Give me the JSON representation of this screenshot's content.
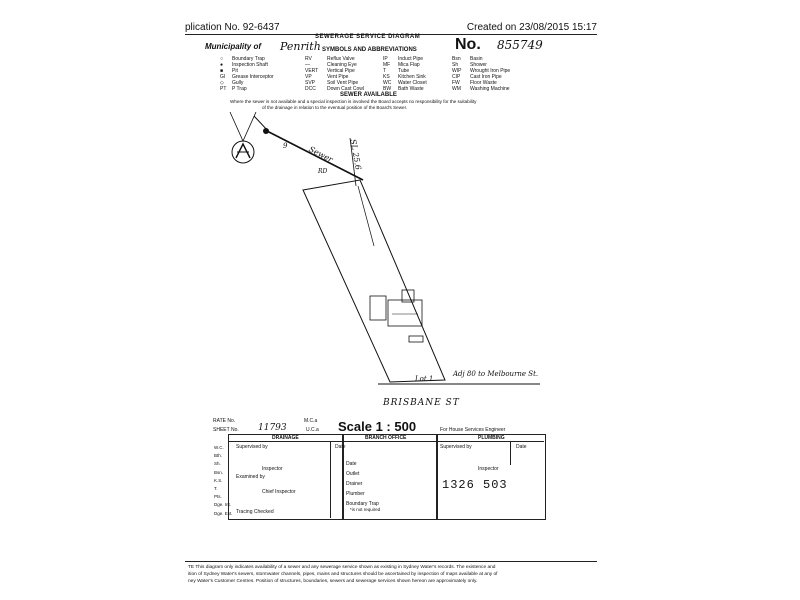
{
  "header": {
    "application": "plication No. 92-6437",
    "created": "Created on 23/08/2015 15:17"
  },
  "title": {
    "diagram_title": "SEWERAGE SERVICE DIAGRAM",
    "municipality_label": "Municipality of",
    "municipality_value": "Penrith",
    "no_label": "No.",
    "no_value": "855749",
    "symbols_title": "SYMBOLS AND ABBREVIATIONS"
  },
  "legend": {
    "col1": [
      "Boundary Trap",
      "Inspection Shaft",
      "Pit",
      "Grease Interceptor",
      "Gully",
      "P Trap"
    ],
    "col1_codes": [
      "",
      "",
      "",
      "GI",
      "",
      "PT"
    ],
    "col2_codes": [
      "RV",
      "",
      "VERT",
      "VP",
      "SVP",
      "DCC"
    ],
    "col2": [
      "Reflux Valve",
      "Cleaning Eye",
      "Vertical Pipe",
      "Vent Pipe",
      "Soil Vent Pipe",
      "Down Cast Cowl"
    ],
    "col3_codes": [
      "IP",
      "MF",
      "T",
      "KS",
      "WC",
      "BW"
    ],
    "col3": [
      "Induct Pipe",
      "Mica Flap",
      "Tube",
      "Kitchen Sink",
      "Water Closet",
      "Bath Waste"
    ],
    "col4_codes": [
      "Bsn",
      "Sh",
      "WIP",
      "CIP",
      "FW",
      "WM"
    ],
    "col4": [
      "Basin",
      "Shower",
      "Wrought Iron Pipe",
      "Cast Iron Pipe",
      "Floor Waste",
      "Washing Machine"
    ]
  },
  "sewer": {
    "title": "SEWER AVAILABLE",
    "note_line1": "Where the sewer is not available and a special inspection is involved the Board accepts no responsibility for the suitability",
    "note_line2": "of the drainage in relation to the eventual position of the Board's Sewer."
  },
  "plan": {
    "sewer_label": "Sewer",
    "level_label": "SL 25.6",
    "depth_label": "9",
    "rd_label": "RD",
    "lot_label": "Lot 1",
    "adj_label": "Adj 80 to Melbourne St.",
    "street_label": "BRISBANE    ST"
  },
  "form": {
    "rate_no": "RATE No.",
    "mca": "M.C.a",
    "sheet_no": "SHEET No.",
    "sheet_value": "11793",
    "uca": "U.C.a",
    "scale": "Scale 1 : 500",
    "for_house": "For House Services Engineer",
    "drainage": "DRAINAGE",
    "branch_office": "BRANCH OFFICE",
    "plumbing": "PLUMBING",
    "supervised_by": "Supervised by",
    "date": "Date",
    "inspector": "Inspector",
    "examined_by": "Examined by",
    "chief_inspector": "Chief Inspector",
    "tracing_checked": "Tracing Checked",
    "date_field": "Date",
    "outlet": "Outlet",
    "drainer": "Drainer",
    "plumber": "Plumber",
    "boundary_trap": "Boundary Trap",
    "not_required": "*is not required",
    "stamp_number": "1326  503",
    "left_labels": [
      "W.C.",
      "Bth.",
      "Sh.",
      "Bsn.",
      "K.S.",
      "T.",
      "Pts.",
      "Dge. Int.",
      "Dge. Ext."
    ]
  },
  "footer": {
    "line1": "TE This diagram only indicates availability of a sewer and any sewerage service shown as existing in Sydney Water's records. The existence and",
    "line2": "ition of Sydney Water's sewers, stormwater channels, pipes, mains and structures should be ascertained by inspection of maps available at any of",
    "line3": "ney Water's Customer Centres. Position of structures, boundaries, sewers and sewerage services shown hereon are approximately only."
  }
}
